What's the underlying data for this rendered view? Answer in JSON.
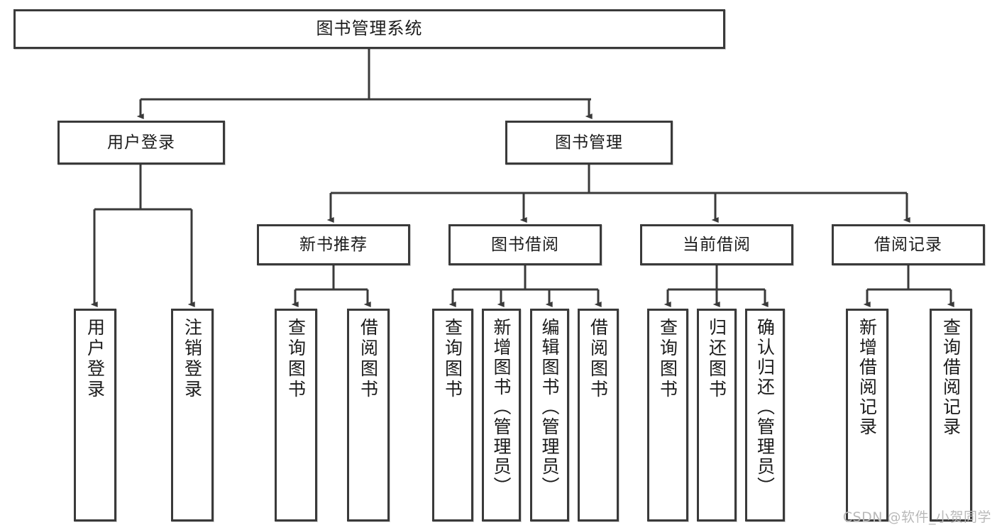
{
  "diagram": {
    "title": "图书管理系统",
    "watermark": "CSDN @软件_小贺同学",
    "line_color": "#3a3a3a",
    "box_border_color": "#3a3a3a",
    "box_fill_color": "#ffffff",
    "text_color": "#1b1b1b",
    "watermark_color": "#b9b9b9",
    "levels": {
      "root": "图书管理系统",
      "level2": [
        "用户登录",
        "图书管理"
      ],
      "level3": [
        "新书推荐",
        "图书借阅",
        "当前借阅",
        "借阅记录"
      ]
    },
    "nodes": {
      "root": {
        "label": "图书管理系统"
      },
      "user_login": {
        "label": "用户登录"
      },
      "book_manage": {
        "label": "图书管理"
      },
      "new_book_rec": {
        "label": "新书推荐"
      },
      "book_borrow": {
        "label": "图书借阅"
      },
      "current_borrow": {
        "label": "当前借阅"
      },
      "borrow_record": {
        "label": "借阅记录"
      },
      "leaf_user_login": {
        "label": "用户登录"
      },
      "leaf_user_logout": {
        "label": "注销登录"
      },
      "leaf_query_book_a": {
        "label": "查询图书"
      },
      "leaf_borrow_book_a": {
        "label": "借阅图书"
      },
      "leaf_query_book_b": {
        "label": "查询图书"
      },
      "leaf_add_book": {
        "label": "新增图书（管理员）"
      },
      "leaf_edit_book": {
        "label": "编辑图书（管理员）"
      },
      "leaf_borrow_book_b": {
        "label": "借阅图书"
      },
      "leaf_query_book_c": {
        "label": "查询图书"
      },
      "leaf_return_book": {
        "label": "归还图书"
      },
      "leaf_confirm_return": {
        "label": "确认归还（管理员）"
      },
      "leaf_add_record": {
        "label": "新增借阅记录"
      },
      "leaf_query_record": {
        "label": "查询借阅记录"
      }
    }
  }
}
